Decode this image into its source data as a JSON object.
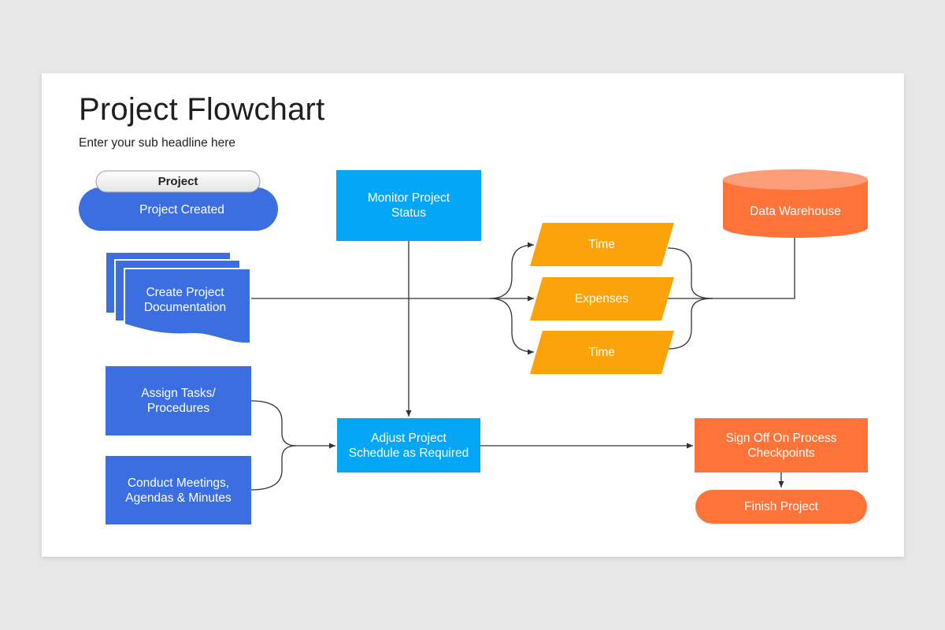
{
  "slide": {
    "title": "Project Flowchart",
    "subtitle": "Enter your sub headline here"
  },
  "colors": {
    "blue_dark": "#3b6ee0",
    "blue_light": "#03a7f5",
    "orange_yellow": "#fca30a",
    "orange": "#fe7438",
    "connector": "#333333"
  },
  "nodes": {
    "project_tab": "Project",
    "project_created": "Project Created",
    "create_documentation": "Create Project\nDocumentation",
    "assign_tasks": "Assign Tasks/\nProcedures",
    "conduct_meetings": "Conduct Meetings,\nAgendas & Minutes",
    "monitor_status": "Monitor Project\nStatus",
    "adjust_schedule": "Adjust Project\nSchedule as Required",
    "time_top": "Time",
    "expenses": "Expenses",
    "time_bottom": "Time",
    "data_warehouse": "Data Warehouse",
    "sign_off": "Sign Off On Process\nCheckpoints",
    "finish_project": "Finish Project"
  }
}
